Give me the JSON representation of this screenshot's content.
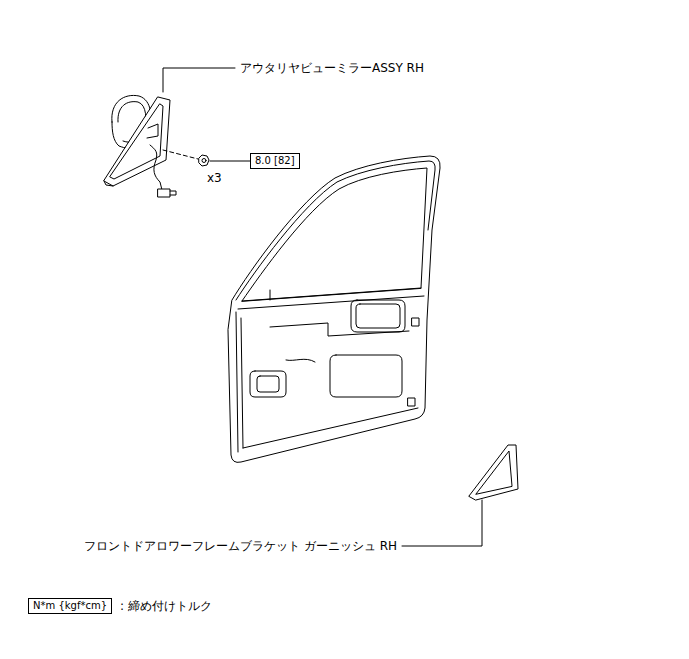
{
  "diagram": {
    "nodes": [
      {
        "text": [
          "8.0 [82]"
        ]
      },
      {
        "text": [
          "N*m {kgf*cm}"
        ]
      }
    ],
    "labels": [
      "アウタリヤビューミラーASSY RH",
      "x3",
      "フロントドアロワーフレームブラケット ガーニッシュ RH"
    ],
    "legend": [
      {
        "text": ": 締め付けトルク"
      }
    ]
  }
}
